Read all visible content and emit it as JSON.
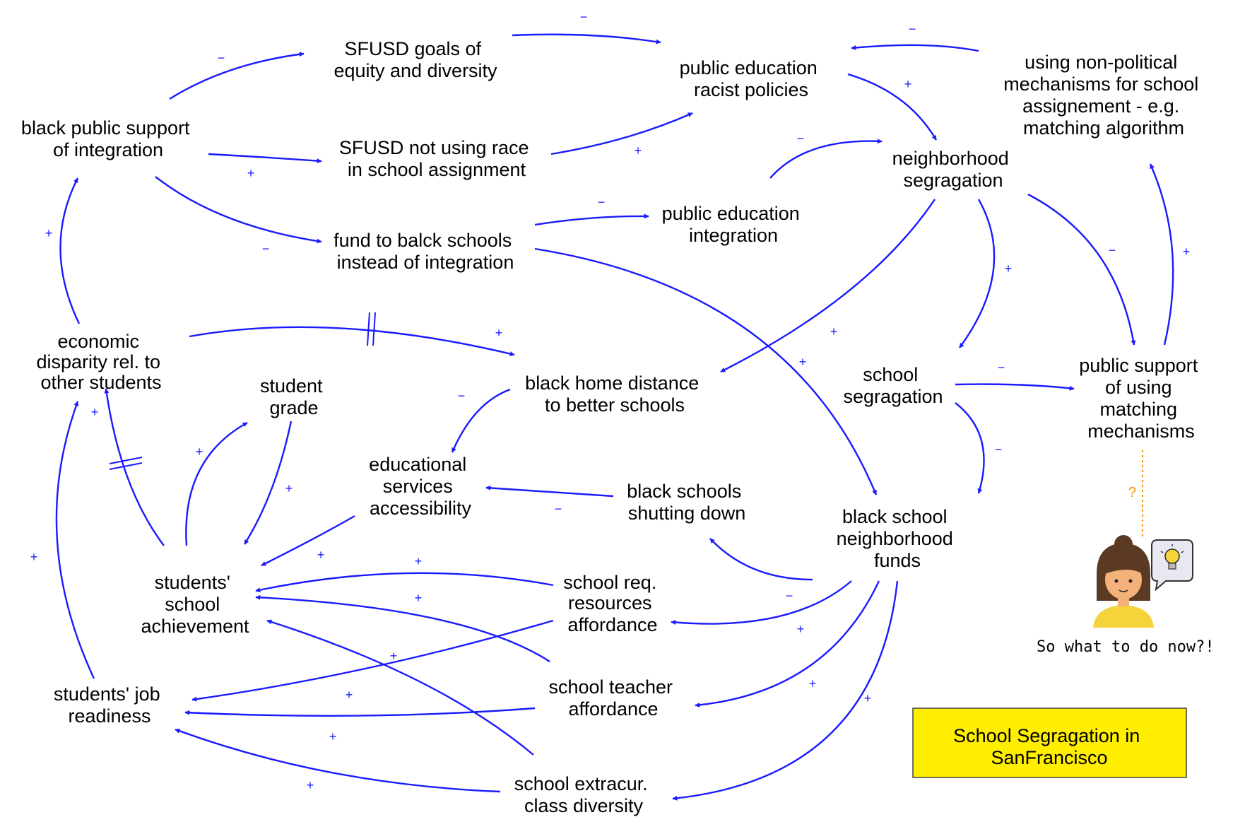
{
  "nodes": {
    "sfusd_goals": [
      "SFUSD goals of",
      "equity and diversity"
    ],
    "racist_policies": [
      "public education",
      "racist policies"
    ],
    "non_political": [
      "using non-political",
      "mechanisms for school",
      "assignement - e.g.",
      "matching algorithm"
    ],
    "black_support": [
      "black public support",
      "of integration"
    ],
    "not_using_race": [
      "SFUSD not using race",
      "in school assignment"
    ],
    "neighborhood_seg": [
      "neighborhood",
      "segragation"
    ],
    "edu_integration": [
      "public education",
      "integration"
    ],
    "fund_black": [
      "fund to balck schools",
      "instead of integration"
    ],
    "economic": [
      "economic",
      "disparity rel. to",
      "other students"
    ],
    "home_distance": [
      "black home distance",
      "to better schools"
    ],
    "school_seg": [
      "school",
      "segragation"
    ],
    "public_support": [
      "public support",
      "of using",
      "matching",
      "mechanisms"
    ],
    "student_grade": [
      "student",
      "grade"
    ],
    "edu_services": [
      "educational",
      "services",
      "accessibility"
    ],
    "shutting_down": [
      "black schools",
      "shutting down"
    ],
    "neighborhood_funds": [
      "black school",
      "neighborhood",
      "funds"
    ],
    "achievement": [
      "students'",
      "school",
      "achievement"
    ],
    "req_resources": [
      "school req.",
      "resources",
      "affordance"
    ],
    "job_readiness": [
      "students' job",
      "readiness"
    ],
    "teacher": [
      "school teacher",
      "affordance"
    ],
    "extracur": [
      "school extracur.",
      "class diversity"
    ]
  },
  "title_box": [
    "School Segragation in",
    "SanFrancisco"
  ],
  "thought": {
    "caption": "So what to do now?!",
    "question_mark": "?",
    "icon": "person-with-lightbulb-icon"
  },
  "signs": {
    "plus": "+",
    "minus": "−"
  },
  "colors": {
    "link": "#1a1aff",
    "title_fill": "#ffee00",
    "dotted": "#ff8c00"
  }
}
